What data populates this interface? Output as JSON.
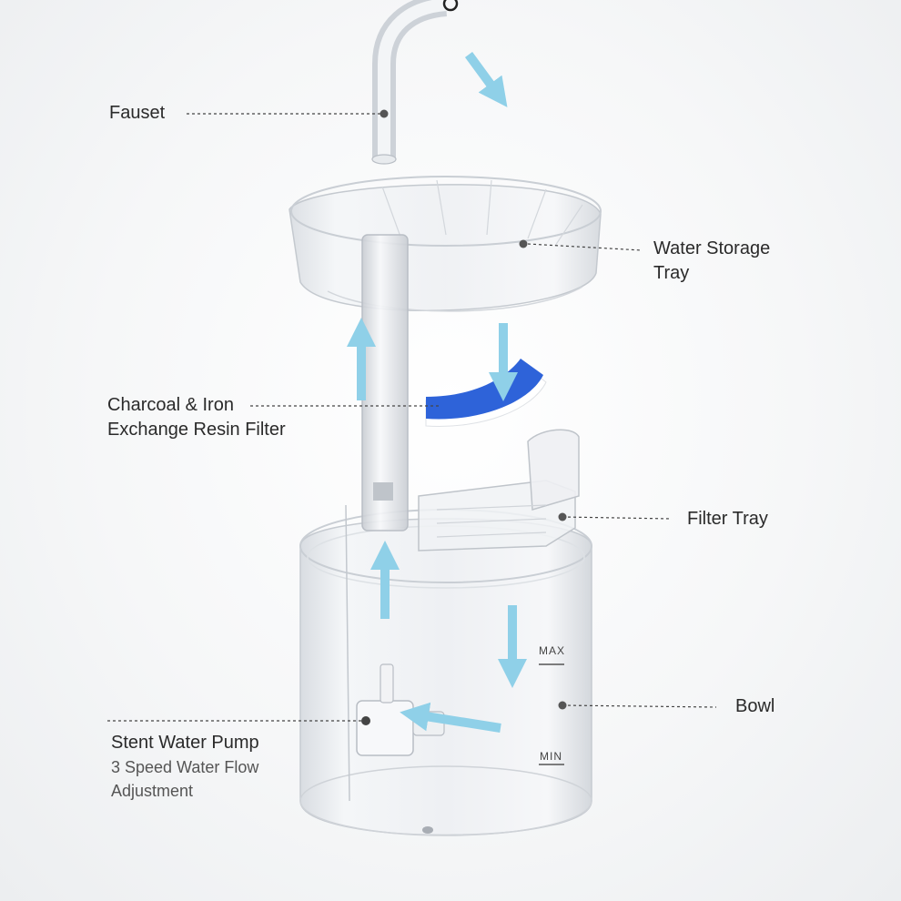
{
  "labels": {
    "faucet": "Fauset",
    "tray_line1": "Water Storage",
    "tray_line2": "Tray",
    "filter_line1": "Charcoal & Iron",
    "filter_line2": "Exchange Resin Filter",
    "filter_tray": "Filter Tray",
    "bowl": "Bowl",
    "pump_title": "Stent Water Pump",
    "pump_line1": "3 Speed Water Flow",
    "pump_line2": "Adjustment"
  },
  "marks": {
    "max": "MAX",
    "min": "MIN"
  },
  "colors": {
    "flow_arrow": "#8fd0e8",
    "filter_blue": "#2e63d9",
    "leader_line": "#444444"
  }
}
